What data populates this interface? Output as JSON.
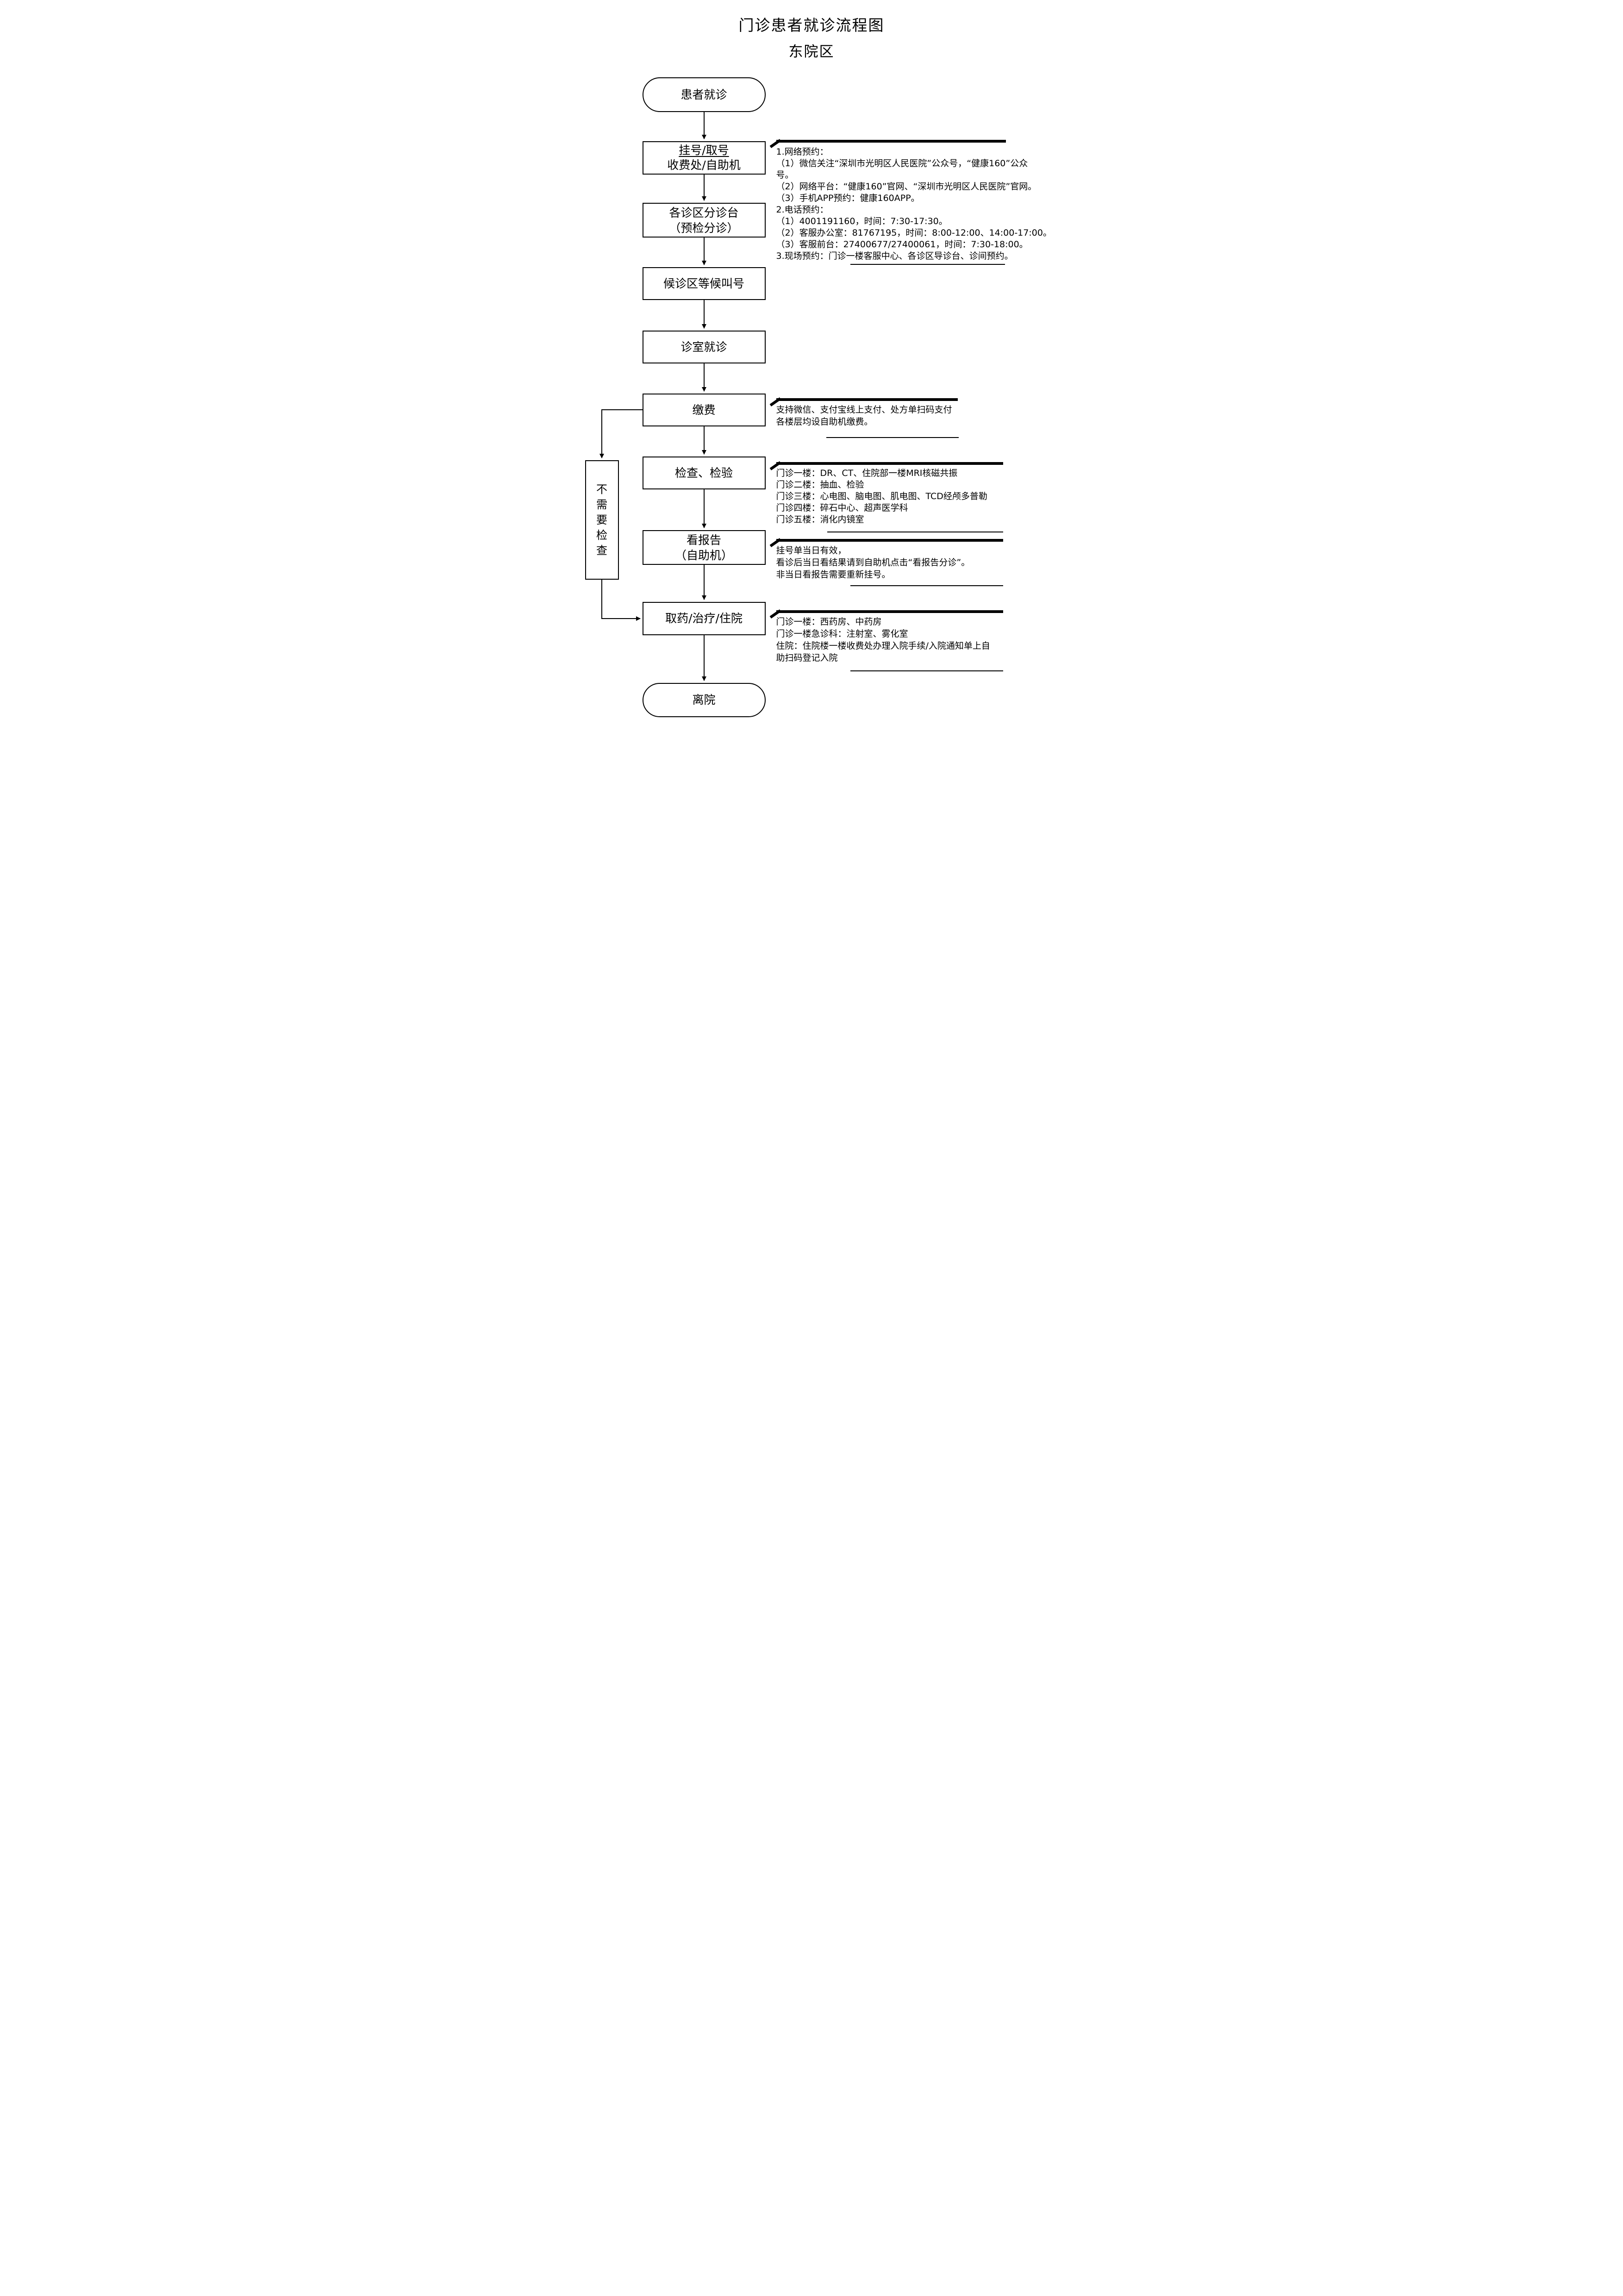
{
  "title": {
    "line1": "门诊患者就诊流程图",
    "line2": "东院区"
  },
  "flow": {
    "nodes": [
      {
        "label": "患者就诊"
      },
      {
        "line1": "挂号/取号",
        "line2": "收费处/自助机"
      },
      {
        "label": "各诊区分诊台\n（预检分诊）"
      },
      {
        "label": "候诊区等候叫号"
      },
      {
        "label": "诊室就诊"
      },
      {
        "label": "缴费"
      },
      {
        "label": "检查、检验"
      },
      {
        "label": "看报告\n（自助机）"
      },
      {
        "label": "取药/治疗/住院"
      },
      {
        "label": "离院"
      }
    ],
    "bypass_label": "不需要检查"
  },
  "annotations": [
    {
      "lines": [
        "1.网络预约：",
        "（1）微信关注“深圳市光明区人民医院”公众号，“健康160”公众",
        "号。",
        "（2）网络平台：“健康160”官网、“深圳市光明区人民医院”官网。",
        "（3）手机APP预约：健康160APP。",
        "2.电话预约：",
        "（1）4001191160，时间：7:30-17:30。",
        "（2）客服办公室：81767195，时间：8:00-12:00、14:00-17:00。",
        "（3）客服前台：27400677/27400061，时间：7:30-18:00。",
        "3.现场预约：门诊一楼客服中心、各诊区导诊台、诊间预约。"
      ]
    },
    {
      "lines": [
        "支持微信、支付宝线上支付、处方单扫码支付",
        "各楼层均设自助机缴费。"
      ]
    },
    {
      "lines": [
        "门诊一楼：DR、CT、住院部一楼MRI核磁共振",
        "门诊二楼：抽血、检验",
        "门诊三楼：心电图、脑电图、肌电图、TCD经颅多普勒",
        "门诊四楼：碎石中心、超声医学科",
        "门诊五楼：消化内镜室"
      ]
    },
    {
      "lines": [
        "挂号单当日有效，",
        "看诊后当日看结果请到自助机点击“看报告分诊”。",
        "非当日看报告需要重新挂号。"
      ]
    },
    {
      "lines": [
        "门诊一楼：西药房、中药房",
        "门诊一楼急诊科：注射室、雾化室",
        "住院：住院楼一楼收费处办理入院手续/入院通知单上自",
        "助扫码登记入院"
      ]
    }
  ],
  "colors": {
    "ink": "#000000",
    "background": "#ffffff"
  }
}
